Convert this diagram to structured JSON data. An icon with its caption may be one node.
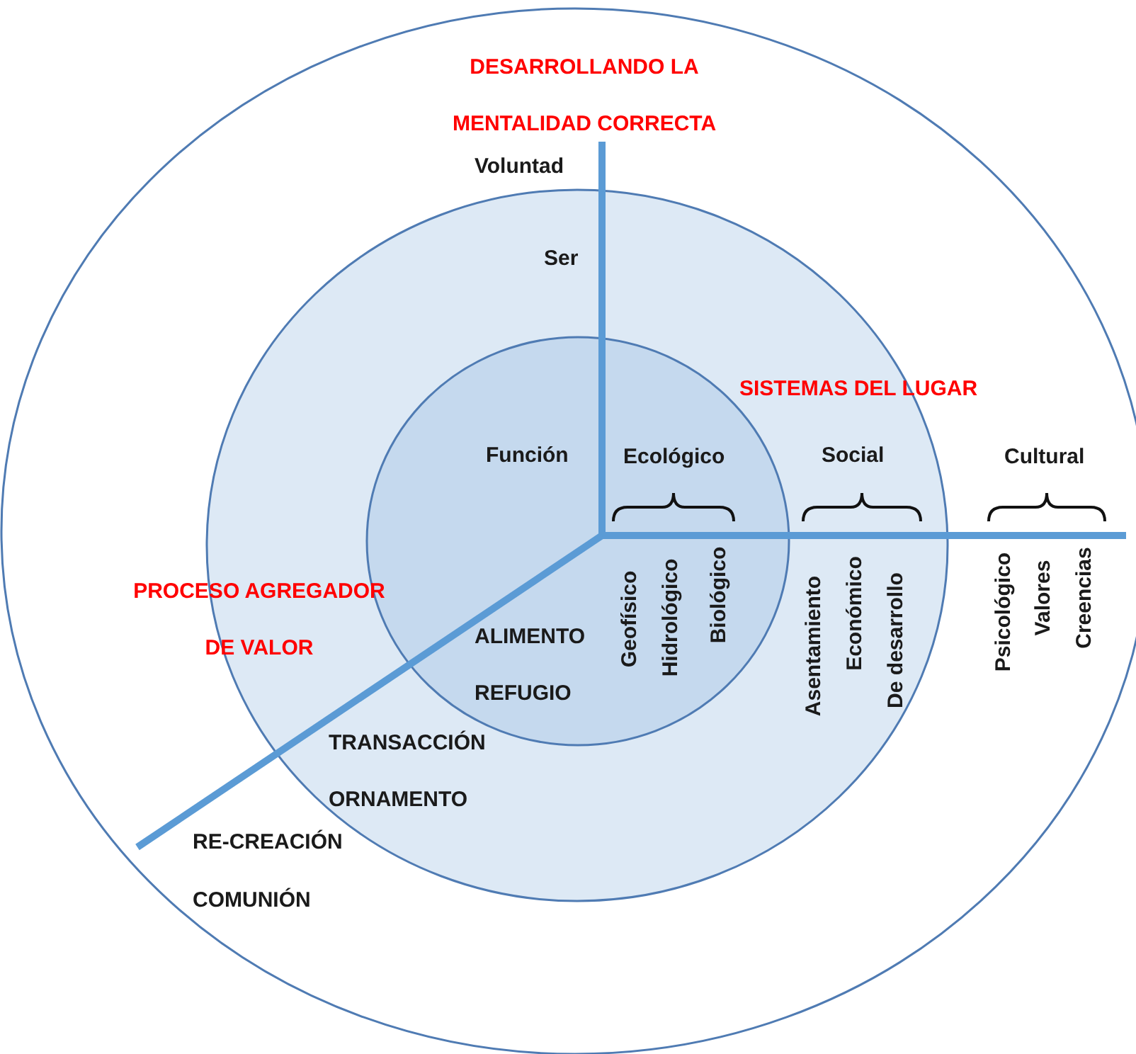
{
  "diagram": {
    "nodes": [
      {
        "text": [
          "Voluntad"
        ]
      },
      {
        "text": [
          "Ser"
        ],
        "in": 0
      },
      {
        "text": [
          "Función"
        ],
        "in": 1
      }
    ],
    "labels": [
      "DESARROLLANDO LA MENTALIDAD CORRECTA",
      "SISTEMAS DEL LUGAR",
      "Ecológico",
      "Social",
      "Cultural",
      "PROCESO AGREGADOR DE VALOR",
      "Geofísico",
      "Hidrológico",
      "Biológico",
      "Asentamiento",
      "Económico",
      "De desarrollo",
      "Psicológico",
      "Valores",
      "Creencias",
      "ALIMENTO",
      "REFUGIO",
      "TRANSACCIÓN",
      "ORNAMENTO",
      "RE-CREACIÓN",
      "COMUNIÓN"
    ]
  }
}
